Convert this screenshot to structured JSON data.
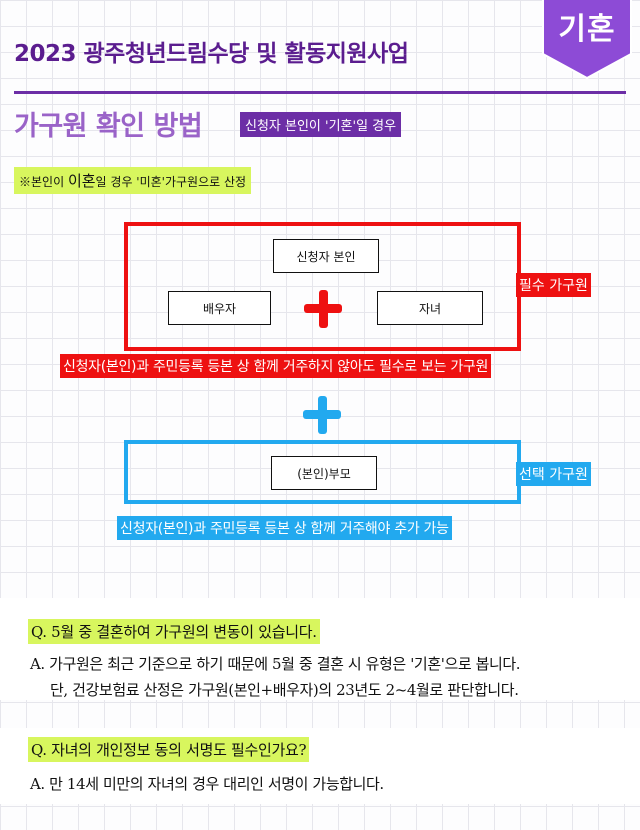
{
  "header": {
    "title": "2023 광주청년드림수당 및 활동지원사업",
    "badge": "기혼"
  },
  "section": {
    "title": "가구원 확인 방법",
    "subtitle": "신청자 본인이 '기혼'일 경우"
  },
  "note": {
    "prefix": "※본인이 ",
    "emph": "이혼",
    "suffix": "일 경우 '미혼'가구원으로 산정"
  },
  "diagram": {
    "required": {
      "applicant": "신청자 본인",
      "spouse": "배우자",
      "children": "자녀",
      "label": "필수 가구원",
      "caption": "신청자(본인)과 주민등록 등본 상 함께 거주하지 않아도 필수로 보는 가구원",
      "color": "#ee1111"
    },
    "optional": {
      "parents": "(본인)부모",
      "label": "선택 가구원",
      "caption": "신청자(본인)과 주민등록 등본 상 함께 거주해야 추가 가능",
      "color": "#22a9ef"
    }
  },
  "faq": [
    {
      "q": "Q. 5월 중 결혼하여 가구원의 변동이 있습니다.",
      "a1": "A. 가구원은 최근 기준으로 하기 때문에 5월 중 결혼 시 유형은 '기혼'으로 봅니다.",
      "a2": "단, 건강보험료 산정은 가구원(본인+배우자)의 23년도 2~4월로 판단합니다."
    },
    {
      "q": "Q. 자녀의 개인정보 동의 서명도 필수인가요?",
      "a1": "A. 만 14세 미만의 자녀의 경우 대리인 서명이 가능합니다."
    }
  ]
}
